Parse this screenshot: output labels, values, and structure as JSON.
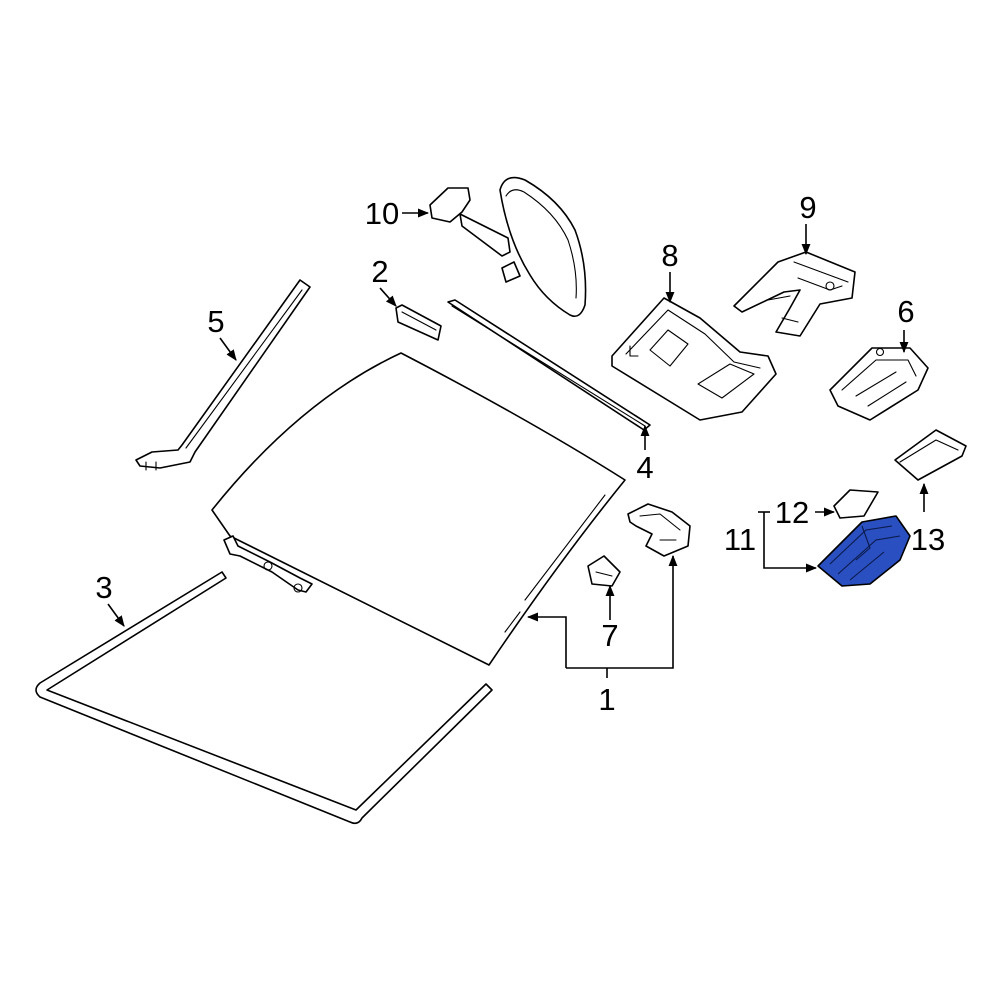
{
  "diagram": {
    "callouts": {
      "c1": "1",
      "c2": "2",
      "c3": "3",
      "c4": "4",
      "c5": "5",
      "c6": "6",
      "c7": "7",
      "c8": "8",
      "c9": "9",
      "c10": "10",
      "c11": "11",
      "c12": "12",
      "c13": "13"
    },
    "highlighted_part": "11",
    "colors": {
      "highlight": "#2a4fc0",
      "line": "#000000",
      "background": "#ffffff"
    }
  }
}
